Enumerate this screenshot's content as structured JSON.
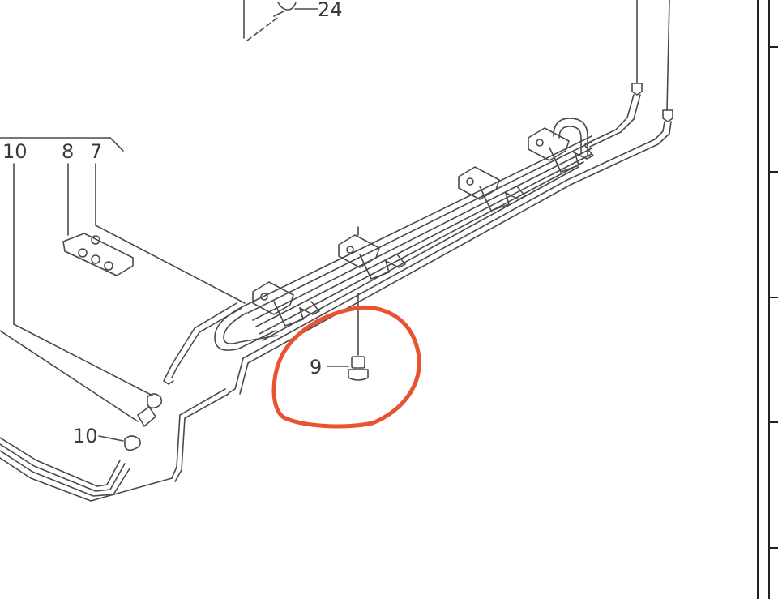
{
  "diagram": {
    "type": "exploded-parts-diagram",
    "subject": "Fuel / brake line assembly with retaining clips",
    "callouts": [
      {
        "id": "c24",
        "label": "24"
      },
      {
        "id": "c10a",
        "label": "10"
      },
      {
        "id": "c8",
        "label": "8"
      },
      {
        "id": "c7",
        "label": "7"
      },
      {
        "id": "c9",
        "label": "9"
      },
      {
        "id": "c10b",
        "label": "10"
      }
    ],
    "highlight": {
      "target": "9",
      "color": "#e8542f",
      "shape": "hand-drawn-circle"
    },
    "line_color": "#3a3a3a",
    "parts_table": {
      "rows": 5
    }
  }
}
